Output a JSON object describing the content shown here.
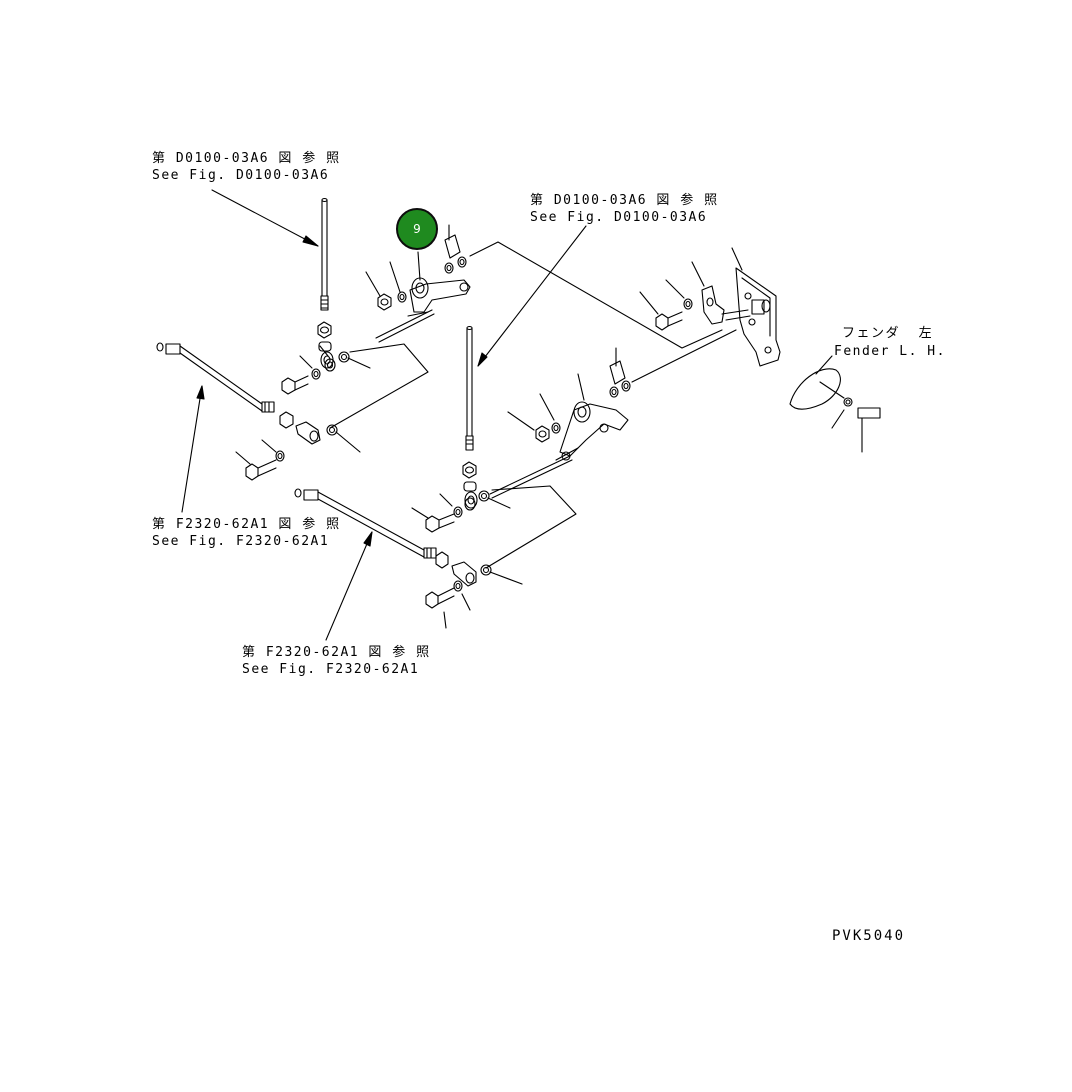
{
  "hotspot": {
    "number": "9",
    "fill": "#1f8a1f"
  },
  "labels": {
    "ref_top_left_jp": "第 D0100-03A6 図 参 照",
    "ref_top_left_en": "See Fig. D0100-03A6",
    "ref_top_mid_jp": "第 D0100-03A6 図 参 照",
    "ref_top_mid_en": "See Fig. D0100-03A6",
    "fender_jp": "フェンダ  左",
    "fender_en": "Fender L. H.",
    "ref_mid_left_jp": "第 F2320-62A1 図 参 照",
    "ref_mid_left_en": "See Fig. F2320-62A1",
    "ref_bottom_jp": "第 F2320-62A1 図 参 照",
    "ref_bottom_en": "See Fig. F2320-62A1",
    "drawing_code": "PVK5040"
  }
}
